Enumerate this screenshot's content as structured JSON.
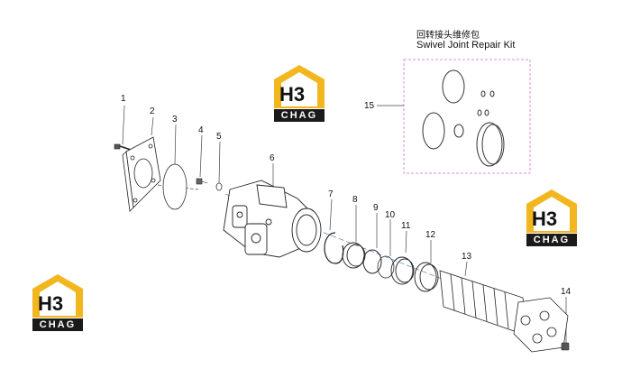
{
  "kit": {
    "title_cn": "回转接头维修包",
    "title_en": "Swivel Joint Repair Kit"
  },
  "logos": [
    {
      "mark": "H3",
      "text": "CHAG"
    },
    {
      "mark": "H3",
      "text": "CHAG"
    },
    {
      "mark": "H3",
      "text": "CHAG"
    }
  ],
  "callouts": [
    "1",
    "2",
    "3",
    "4",
    "5",
    "6",
    "7",
    "8",
    "9",
    "10",
    "11",
    "12",
    "13",
    "14",
    "15"
  ],
  "colors": {
    "logo_yellow": "#f2b61e",
    "logo_dark": "#1a1a1a",
    "kit_border": "#d98fd0",
    "line": "#444444"
  }
}
